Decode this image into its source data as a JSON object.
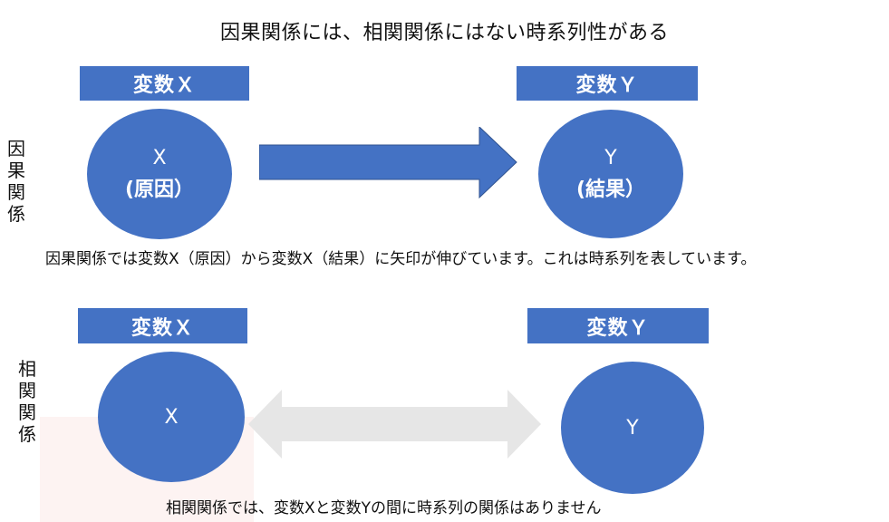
{
  "title": "因果関係には、相関関係にはない時系列性がある",
  "causal": {
    "side_label": [
      "因",
      "果",
      "関",
      "係"
    ],
    "var_x_label": "変数Ｘ",
    "var_y_label": "変数Ｙ",
    "circle_x_main": "X",
    "circle_x_sub": "(原因）",
    "circle_y_main": "Y",
    "circle_y_sub": "(結果）",
    "caption": "因果関係では変数X（原因）から変数X（結果）に矢印が伸びています。これは時系列を表しています。",
    "arrow_color": "#4472c4"
  },
  "correlation": {
    "side_label": [
      "相",
      "関",
      "関",
      "係"
    ],
    "var_x_label": "変数Ｘ",
    "var_y_label": "変数Ｙ",
    "circle_x_main": "X",
    "circle_y_main": "Y",
    "caption": "相関関係では、変数Xと変数Yの間に時系列の関係はありません",
    "arrow_color": "#e6e6e6"
  },
  "colors": {
    "accent": "#4472c4",
    "pink_background": "#fdf3f2"
  }
}
